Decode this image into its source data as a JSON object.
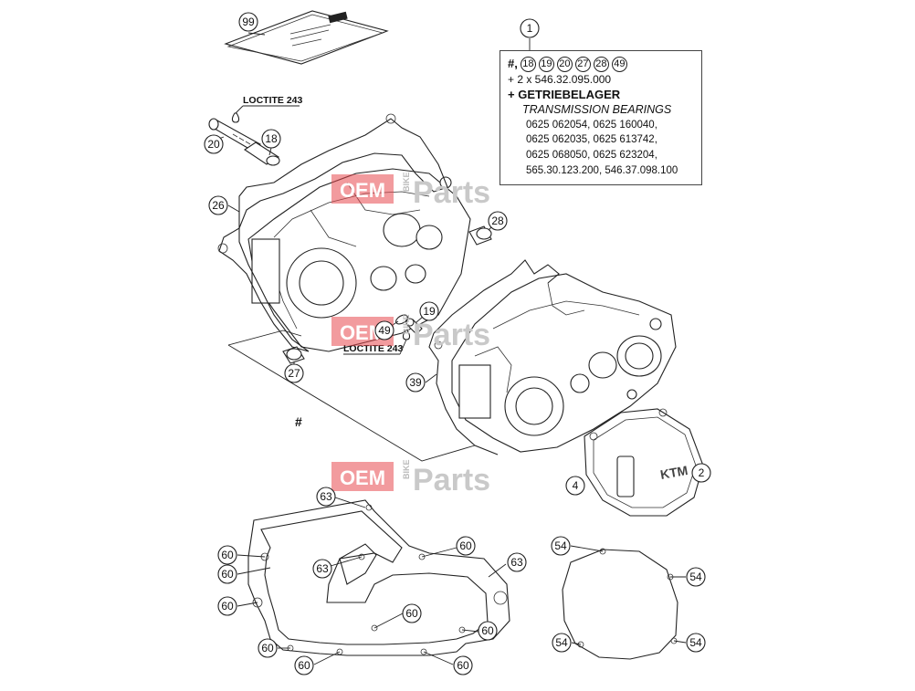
{
  "info_box": {
    "ref_number": "1",
    "hash_label": "#,",
    "ref_parts": [
      "18",
      "19",
      "20",
      "27",
      "28",
      "49"
    ],
    "line_plus": "+ 2 x 546.32.095.000",
    "line_bearings_de": "+ GETRIEBELAGER",
    "line_bearings_en": "TRANSMISSION BEARINGS",
    "part_numbers": [
      "0625 062054, 0625 160040,",
      "0625 062035, 0625 613742,",
      "0625 068050, 0625 623204,",
      "565.30.123.200, 546.37.098.100"
    ]
  },
  "loctite_upper": "LOCTITE 243",
  "loctite_lower": "LOCTITE 243",
  "hash_marker": "#",
  "manual_label": "99",
  "watermark": {
    "oem": "OEM",
    "bike": "BIKE",
    "parts": "Parts"
  },
  "callouts": {
    "c99": "99",
    "c20": "20",
    "c18": "18",
    "c26": "26",
    "c28": "28",
    "c19": "19",
    "c49": "49",
    "c27": "27",
    "c39": "39",
    "c4": "4",
    "c2": "2",
    "c63a": "63",
    "c63b": "63",
    "c63c": "63",
    "c60a": "60",
    "c60b": "60",
    "c60c": "60",
    "c60d": "60",
    "c60e": "60",
    "c60f": "60",
    "c60g": "60",
    "c60h": "60",
    "c54a": "54",
    "c54b": "54",
    "c54c": "54",
    "c54d": "54"
  }
}
